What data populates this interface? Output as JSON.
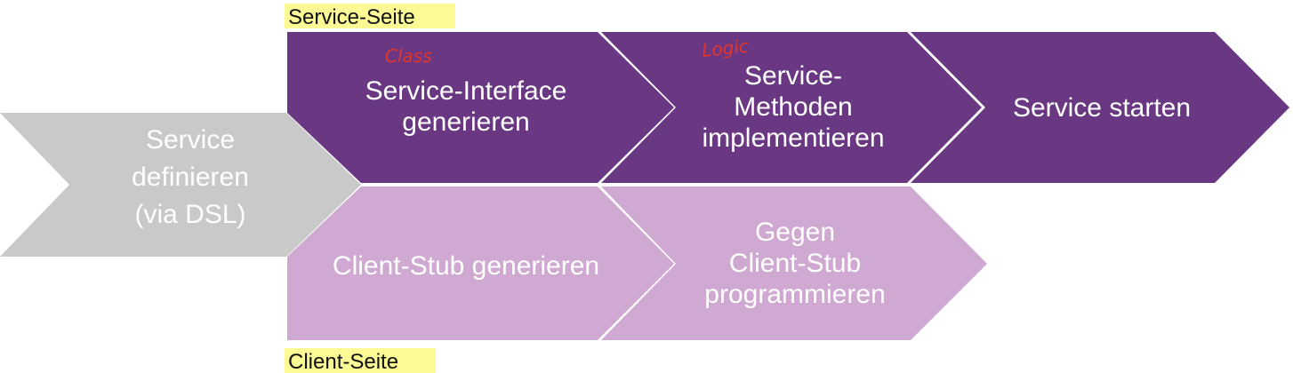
{
  "colors": {
    "define": "#c9c9c9",
    "service": "#6a3783",
    "client": "#cfa9d1",
    "highlight": "#fbfa94",
    "note": "#e0362c",
    "text_light": "#ffffff",
    "text_dark": "#111111"
  },
  "labels": {
    "service_side": "Service-Seite",
    "client_side": "Client-Seite"
  },
  "steps": {
    "define": {
      "lines": [
        "Service",
        "definieren",
        "(via DSL)"
      ]
    },
    "service_interface": {
      "lines": [
        "Service-Interface",
        "generieren"
      ]
    },
    "service_methods": {
      "lines": [
        "Service-",
        "Methoden",
        "implementieren"
      ]
    },
    "service_start": {
      "lines": [
        "Service starten"
      ]
    },
    "client_stub": {
      "lines": [
        "Client-Stub generieren"
      ]
    },
    "client_program": {
      "lines": [
        "Gegen",
        "Client-Stub",
        "programmieren"
      ]
    }
  },
  "annotations": {
    "class": "Class",
    "logic": "Logic"
  }
}
